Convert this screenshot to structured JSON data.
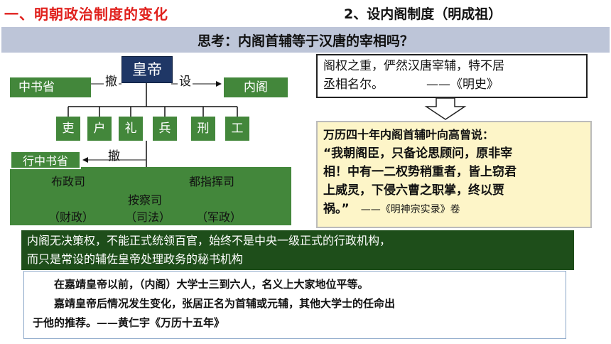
{
  "header": {
    "section_title": "一、明朝政治制度的变化",
    "subsection_title": "2、设内阁制度（明成祖）"
  },
  "think": {
    "text": "思考：内阁首辅等于汉唐的宰相吗？"
  },
  "diagram": {
    "emperor": "皇帝",
    "zhongshu": "中书省",
    "neige": "内阁",
    "abolish1": "撤",
    "establish": "设",
    "abolish2": "撤",
    "departments": [
      "吏",
      "户",
      "礼",
      "兵",
      "刑",
      "工"
    ],
    "xingzhong": "行中书省",
    "buzheng": "布政司",
    "duzhi": "都指挥司",
    "ancha": "按察司",
    "caizheng": "（财政）",
    "sifa": "（司法）",
    "junzheng": "（军政）"
  },
  "quote1": {
    "line1": "阁权之重，俨然汉唐宰辅，特不居",
    "line2": "丞相名尔。",
    "source": "——《明史》"
  },
  "quote2": {
    "intro": "万历四十年内阁首辅叶向高曾说：",
    "l1": "“我朝阁臣，只备论思顾问，原非宰",
    "l2": "相！中有一二权势稍重者，皆上窃君",
    "l3": "上威灵，下侵六曹之职掌，终以贾",
    "l4": "祸。”",
    "source": "——《明神宗实录》卷"
  },
  "conclusion": {
    "line1": "内阁无决策权，不能正式统领百官，始终不是中央一级正式的行政机构，",
    "line2": "而只是常设的辅佐皇帝处理政务的秘书机构"
  },
  "bottom": {
    "para1": "在嘉靖皇帝以前，（内阁）大学士三到六人，名义上大家地位平等。",
    "para2": "嘉靖皇帝后情况发生变化，张居正名为首辅或元辅，其他大学士的任命出",
    "para3": "于他的推荐。——黄仁宇《万历十五年》"
  }
}
